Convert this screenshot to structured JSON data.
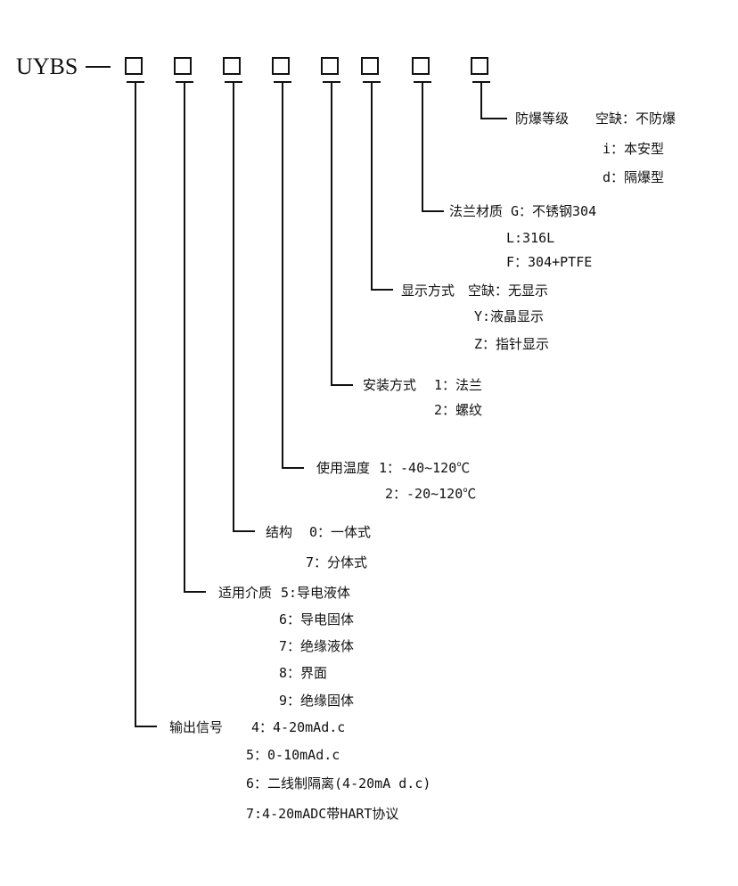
{
  "model_prefix": "UYBS",
  "fields": [
    {
      "label": "防爆等级",
      "options": [
        "空缺：不防爆",
        "i：本安型",
        "d：隔爆型"
      ]
    },
    {
      "label": "法兰材质",
      "options": [
        "G：不锈钢304",
        "L:316L",
        "F：304+PTFE"
      ]
    },
    {
      "label": "显示方式",
      "options": [
        "空缺：无显示",
        "Y:液晶显示",
        "Z：指针显示"
      ]
    },
    {
      "label": "安装方式",
      "options": [
        "1：法兰",
        "2：螺纹"
      ]
    },
    {
      "label": "使用温度",
      "options": [
        "1：-40~120℃",
        "2：-20~120℃"
      ]
    },
    {
      "label": "结构",
      "options": [
        "0：一体式",
        "7：分体式"
      ]
    },
    {
      "label": "适用介质",
      "options": [
        "5:导电液体",
        "6：导电固体",
        "7：绝缘液体",
        "8：界面",
        "9：绝缘固体"
      ]
    },
    {
      "label": "输出信号",
      "options": [
        "4：4-20mAd.c",
        "5：0-10mAd.c",
        "6：二线制隔离(4-20mA d.c)",
        "7:4-20mADC带HART协议"
      ]
    }
  ]
}
